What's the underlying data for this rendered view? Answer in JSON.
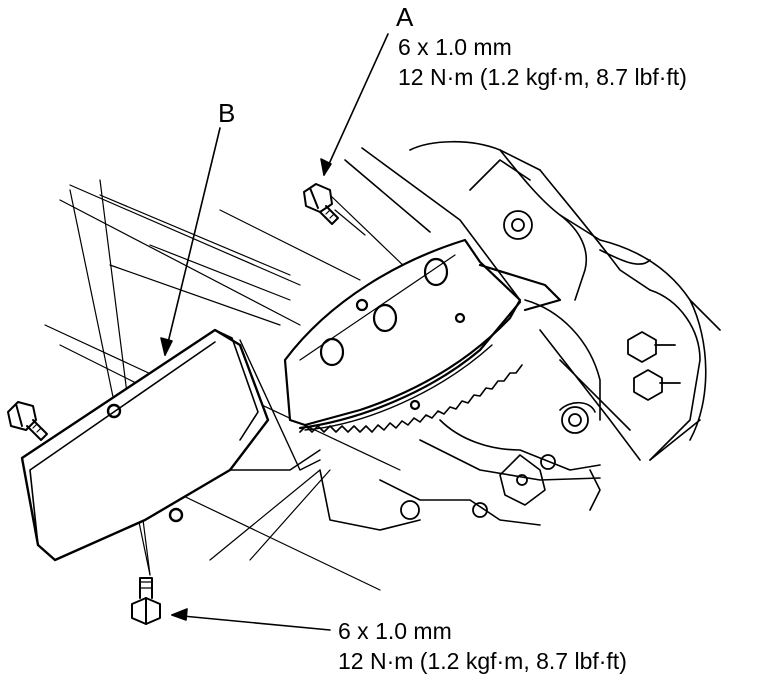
{
  "callouts": {
    "a": {
      "letter": "A",
      "size": "6 x 1.0 mm",
      "torque": "12 N·m (1.2 kgf·m, 8.7 lbf·ft)"
    },
    "b": {
      "letter": "B"
    },
    "lower_bolt": {
      "size": "6 x 1.0 mm",
      "torque": "12 N·m (1.2 kgf·m, 8.7 lbf·ft)"
    }
  }
}
